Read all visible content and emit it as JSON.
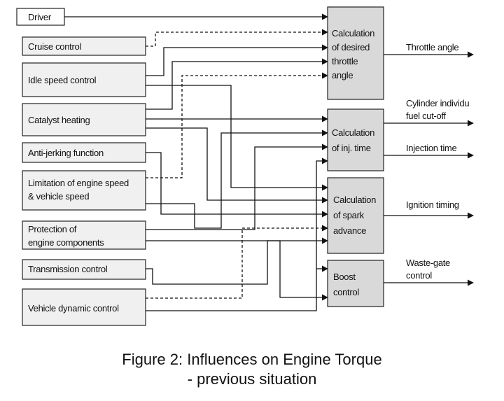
{
  "sources": {
    "driver": "Driver",
    "cruise_control": "Cruise control",
    "idle_speed_control": "Idle speed control",
    "catalyst_heating": "Catalyst heating",
    "anti_jerking": "Anti-jerking function",
    "limitation": [
      "Limitation of engine speed",
      "& vehicle speed"
    ],
    "protection": [
      "Protection of",
      "engine components"
    ],
    "transmission_control": "Transmission control",
    "vehicle_dynamic_control": "Vehicle dynamic control"
  },
  "calculations": {
    "throttle": [
      "Calculation",
      "of desired",
      "throttle",
      "angle"
    ],
    "injection": [
      "Calculation",
      "of inj. time"
    ],
    "spark": [
      "Calculation",
      "of spark",
      "advance"
    ],
    "boost": [
      "Boost",
      "control"
    ]
  },
  "outputs": {
    "throttle_angle": "Throttle angle",
    "fuel_cutoff": [
      "Cylinder individu",
      "fuel cut-off"
    ],
    "injection_time": "Injection time",
    "ignition_timing": "Ignition timing",
    "waste_gate": [
      "Waste-gate",
      "control"
    ]
  },
  "caption": {
    "line1": "Figure 2: Influences on Engine Torque",
    "line2": "- previous situation"
  }
}
